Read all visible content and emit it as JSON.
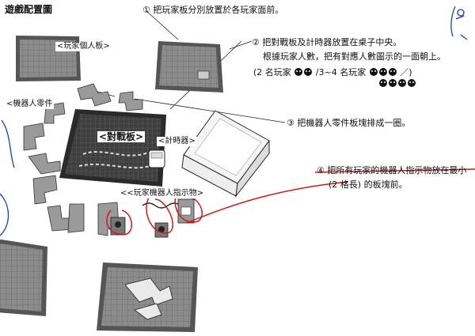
{
  "title": "遊戲配置圖",
  "labels": {
    "player_board": "<玩家個人板>",
    "robot_parts": "<機器人零件",
    "battle_board": "<對戰板>",
    "timer": "<計時器>",
    "player_robot_indicator": "<<玩家機器人指示物>"
  },
  "steps": {
    "s1": "① 把玩家板分別放置於各玩家面前。",
    "s2_line1": "② 把對戰板及計時器放置在桌子中央。",
    "s2_line2": "根據玩家人數，把有對應人數圖示的一面朝上。",
    "s2_two_players": "(2 名玩家",
    "s2_sep": "/3~4 名玩家",
    "s2_close": "／)",
    "s3": "③ 把機器人零件板塊排成一圈。",
    "s4_line1": "④ 把所有玩家的機器人指示物放在最小",
    "s4_line2": "(2 格長) 的板塊前。"
  },
  "icons": {
    "robot_icon": "robot-icon",
    "annotation_color": "#d01818",
    "annotation_note_color": "#1a3cc8"
  }
}
